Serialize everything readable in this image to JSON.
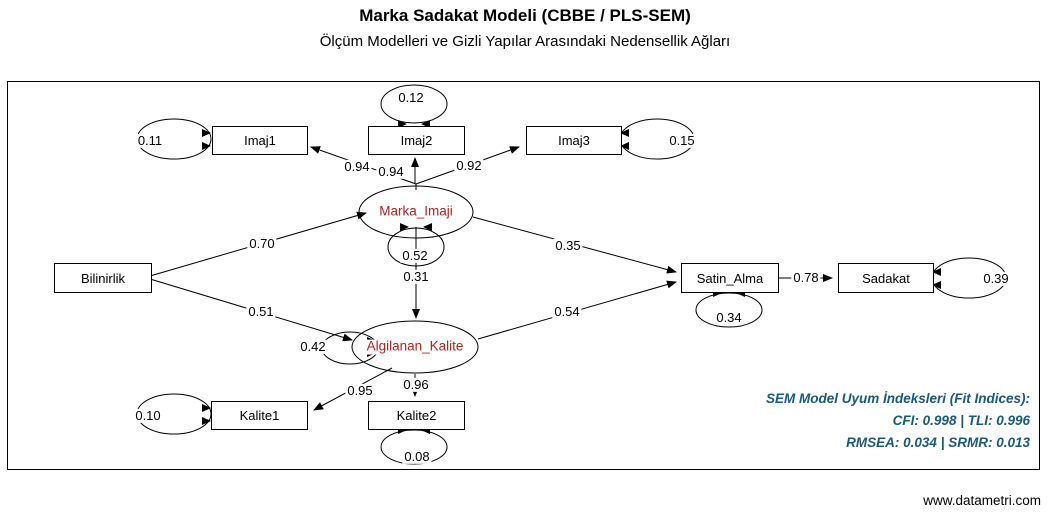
{
  "header": {
    "title": "Marka Sadakat Modeli (CBBE / PLS-SEM)",
    "subtitle": "Ölçüm Modelleri ve Gizli Yapılar Arasındaki Nedensellik Ağları"
  },
  "nodes": {
    "observed": {
      "imaj1": "Imaj1",
      "imaj2": "Imaj2",
      "imaj3": "Imaj3",
      "bilinirlik": "Bilinirlik",
      "satin_alma": "Satin_Alma",
      "sadakat": "Sadakat",
      "kalite1": "Kalite1",
      "kalite2": "Kalite2"
    },
    "latent": {
      "marka_imaji": "Marka_Imaji",
      "algilanan_kalite": "Algilanan_Kalite"
    }
  },
  "coefficients": {
    "loading_imaj1": "0.94",
    "loading_imaj2": "0.94",
    "loading_imaj3": "0.92",
    "loading_kalite1": "0.95",
    "loading_kalite2": "0.96",
    "path_bilinirlik_marka": "0.70",
    "path_bilinirlik_kalite": "0.51",
    "path_marka_satin": "0.35",
    "path_kalite_satin": "0.54",
    "path_marka_kalite": "0.31",
    "path_satin_sadakat": "0.78"
  },
  "variances": {
    "imaj1": "0.11",
    "imaj2": "0.12",
    "imaj3": "0.15",
    "marka_imaji": "0.52",
    "algilanan_kalite": "0.42",
    "satin_alma": "0.34",
    "sadakat": "0.39",
    "kalite1": "0.10",
    "kalite2": "0.08"
  },
  "fit_indices": {
    "heading": "SEM Model Uyum İndeksleri (Fit Indices):",
    "line2": "CFI: 0.998 | TLI: 0.996",
    "line3": "RMSEA: 0.034 | SRMR: 0.013"
  },
  "watermark": "www.datametri.com",
  "colors": {
    "latent_text": "#B22222",
    "fit_text": "#1B587E",
    "stroke": "#000000"
  }
}
